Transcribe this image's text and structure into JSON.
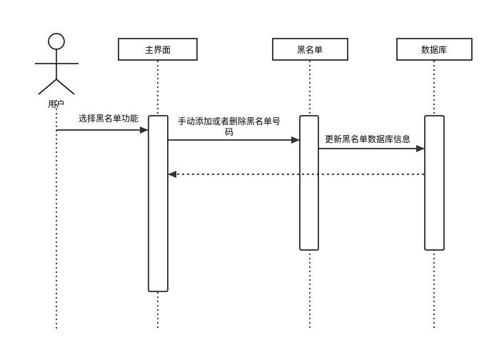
{
  "participants": {
    "user": {
      "label": "用户"
    },
    "main_ui": {
      "label": "主界面"
    },
    "blacklist": {
      "label": "黑名单"
    },
    "database": {
      "label": "数据库"
    }
  },
  "messages": {
    "select_blacklist": {
      "label": "选择黑名单功能"
    },
    "add_delete_line1": {
      "label": "手动添加或者删除黑名单号"
    },
    "add_delete_line2": {
      "label": "码"
    },
    "update_db": {
      "label": "更新黑名单数据库信息"
    }
  },
  "colors": {
    "stroke": "#000000",
    "fill": "#ffffff",
    "text": "#000000"
  }
}
